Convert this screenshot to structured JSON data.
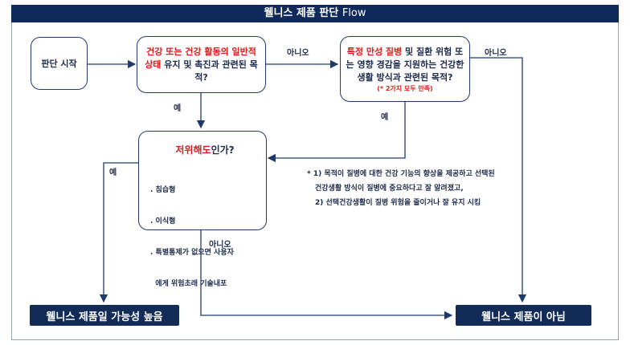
{
  "title": {
    "korean": "웰니스 제품 판단",
    "english": "Flow"
  },
  "start": {
    "label": "판단 시작"
  },
  "question1": {
    "red": "건강 또는 건강 활동의 일반적 상태",
    "rest": " 유지 및 촉진과 관련된 목적?"
  },
  "question2": {
    "red": "특정 만성 질병",
    "rest": " 및 질환 위험 또는 영향 경감을 지원하는 건강한 생활 방식과 관련된 목적?",
    "note": "(* 2가지 모두 만족)"
  },
  "question3": {
    "red": "저위해도",
    "rest": "인가?",
    "items": [
      ". 침습형",
      ". 이식형",
      ". 특별통제가 없으면 사용자",
      "  에게 위험초래 기술내포"
    ]
  },
  "labels": {
    "no1": "아니오",
    "no2": "아니오",
    "no3": "아니오",
    "yes1": "예",
    "yes2": "예",
    "yes3": "예"
  },
  "footnote": {
    "line1": "* 1) 목적이 질병에 대한 건강 기능의 향상을 제공하고 선택된",
    "line2": "건강생활 방식이 질병에 중요하다고 잘 알려졌고,",
    "line3": "2) 선택건강생활이 질병 위험을 줄이거나 잘 유지 시킴"
  },
  "outcomes": {
    "likely": "웰니스 제품일 가능성 높음",
    "not": "웰니스 제품이 아님"
  },
  "colors": {
    "header": "#0f2a5a",
    "accent_red": "#e01b1b",
    "border": "#1f3a6e",
    "outcome": "#122b57"
  }
}
